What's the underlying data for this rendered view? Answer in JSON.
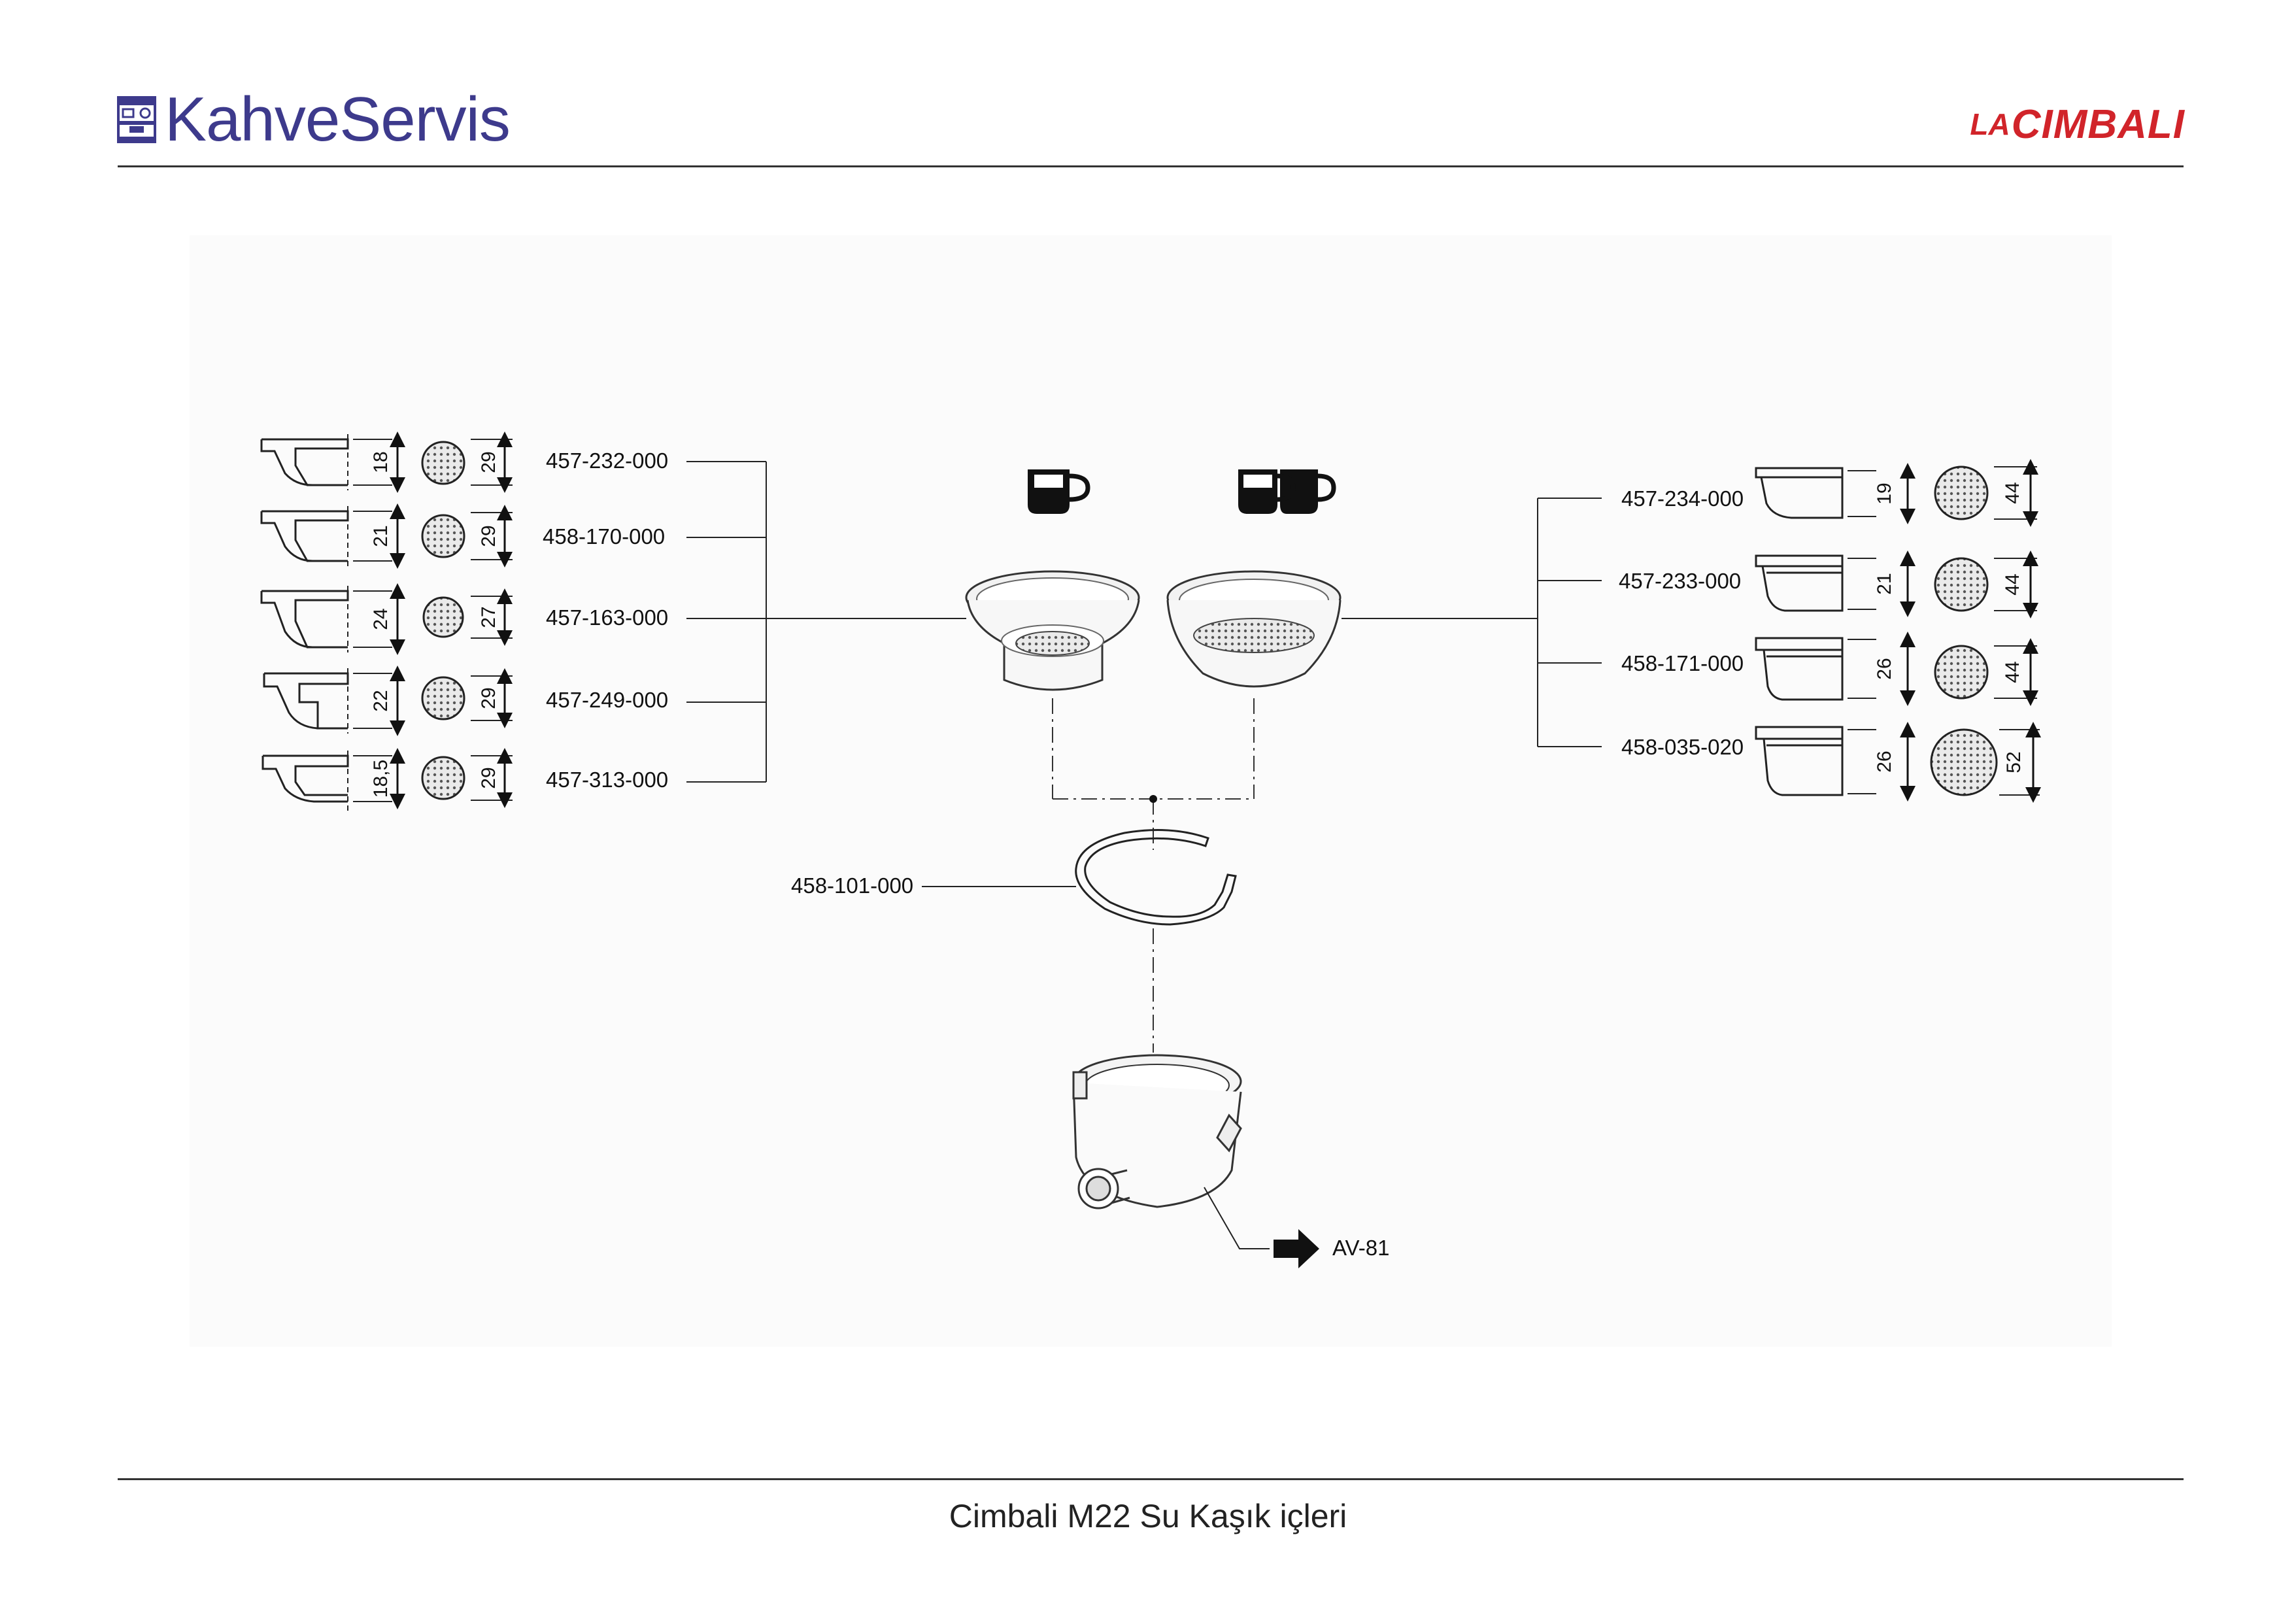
{
  "header": {
    "brand_text": "KahveServis",
    "logo_prefix": "LA",
    "logo_name": "CIMBALI"
  },
  "footer": {
    "caption": "Cimbali M22 Su Kaşık içleri"
  },
  "colors": {
    "brand": "#3d3a8c",
    "logo": "#d1242a"
  },
  "left_baskets": [
    {
      "part": "457-232-000",
      "height": "18",
      "diameter": "29"
    },
    {
      "part": "458-170-000",
      "height": "21",
      "diameter": "29"
    },
    {
      "part": "457-163-000",
      "height": "24",
      "diameter": "27"
    },
    {
      "part": "457-249-000",
      "height": "22",
      "diameter": "29"
    },
    {
      "part": "457-313-000",
      "height": "18,5",
      "diameter": "29"
    }
  ],
  "right_baskets": [
    {
      "part": "457-234-000",
      "height": "19",
      "diameter": "44"
    },
    {
      "part": "457-233-000",
      "height": "21",
      "diameter": "44"
    },
    {
      "part": "458-171-000",
      "height": "26",
      "diameter": "44"
    },
    {
      "part": "458-035-020",
      "height": "26",
      "diameter": "52"
    }
  ],
  "gasket": {
    "part": "458-101-000"
  },
  "group": {
    "ref": "AV-81"
  },
  "icons": {
    "single_cup": "single-cup-icon",
    "double_cup": "double-cup-icon"
  }
}
